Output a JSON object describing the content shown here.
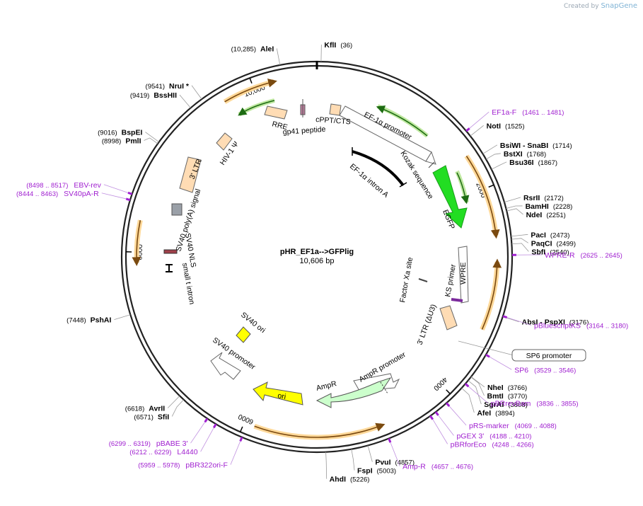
{
  "credit": {
    "prefix": "Created by",
    "brand": "SnapGene"
  },
  "plasmid": {
    "name": "pHR_EF1a-->GFPlig",
    "length_label": "10,606 bp",
    "length": 10606
  },
  "colors": {
    "primer": "#a020d0",
    "enzyme": "#000000",
    "egfp": "#22dd22",
    "ori": "#ffff00",
    "ampr": "#ccffcc",
    "ltr": "#ffdcb4",
    "orf_arrow": "#ff9900"
  },
  "tick_labels": [
    {
      "text": "2000",
      "pos": 2000
    },
    {
      "text": "4000",
      "pos": 4000
    },
    {
      "text": "6000",
      "pos": 6000
    },
    {
      "text": "8000",
      "pos": 8000
    },
    {
      "text": "10,000",
      "pos": 10000
    }
  ],
  "enzymes": [
    {
      "name": "KflI",
      "coord": "(36)",
      "pos": 36
    },
    {
      "name": "NotI",
      "coord": "(1525)",
      "pos": 1525
    },
    {
      "name": "BsiWI - SnaBI",
      "coord": "(1714)",
      "pos": 1714
    },
    {
      "name": "BstXI",
      "coord": "(1768)",
      "pos": 1768
    },
    {
      "name": "Bsu36I",
      "coord": "(1867)",
      "pos": 1867
    },
    {
      "name": "RsrII",
      "coord": "(2172)",
      "pos": 2172
    },
    {
      "name": "BamHI",
      "coord": "(2228)",
      "pos": 2228
    },
    {
      "name": "NdeI",
      "coord": "(2251)",
      "pos": 2251
    },
    {
      "name": "PacI",
      "coord": "(2473)",
      "pos": 2473
    },
    {
      "name": "PaqCI",
      "coord": "(2499)",
      "pos": 2499
    },
    {
      "name": "SbfI",
      "coord": "(2540)",
      "pos": 2540
    },
    {
      "name": "AbsI - PspXI",
      "coord": "(3176)",
      "pos": 3176
    },
    {
      "name": "NheI",
      "coord": "(3766)",
      "pos": 3766
    },
    {
      "name": "BmtI",
      "coord": "(3770)",
      "pos": 3770
    },
    {
      "name": "SgrAI",
      "coord": "(3808)",
      "pos": 3808
    },
    {
      "name": "AfeI",
      "coord": "(3894)",
      "pos": 3894
    },
    {
      "name": "PvuI",
      "coord": "(4857)",
      "pos": 4857
    },
    {
      "name": "FspI",
      "coord": "(5003)",
      "pos": 5003
    },
    {
      "name": "AhdI",
      "coord": "(5226)",
      "pos": 5226
    },
    {
      "name": "SfiI",
      "coord": "(6571)",
      "pos": 6571
    },
    {
      "name": "AvrII",
      "coord": "(6618)",
      "pos": 6618
    },
    {
      "name": "PshAI",
      "coord": "(7448)",
      "pos": 7448
    },
    {
      "name": "PmlI",
      "coord": "(8998)",
      "pos": 8998
    },
    {
      "name": "BspEI",
      "coord": "(9016)",
      "pos": 9016
    },
    {
      "name": "BssHII",
      "coord": "(9419)",
      "pos": 9419
    },
    {
      "name": "NruI *",
      "coord": "(9541)",
      "pos": 9541
    },
    {
      "name": "AleI",
      "coord": "(10,285)",
      "pos": 10285
    }
  ],
  "primers": [
    {
      "name": "EF1a-F",
      "coord": "(1461 .. 1481)",
      "pos": 1470
    },
    {
      "name": "WPRE-R",
      "coord": "(2625 .. 2645)",
      "pos": 2635
    },
    {
      "name": "pBluescriptKS",
      "coord": "(3164 .. 3180)",
      "pos": 3172
    },
    {
      "name": "SP6",
      "coord": "(3529 .. 3546)",
      "pos": 3537
    },
    {
      "name": "pBRrevBam",
      "coord": "(3836 .. 3855)",
      "pos": 3845
    },
    {
      "name": "pRS-marker",
      "coord": "(4069 .. 4088)",
      "pos": 4078
    },
    {
      "name": "pGEX 3'",
      "coord": "(4188 .. 4210)",
      "pos": 4199
    },
    {
      "name": "pBRforEco",
      "coord": "(4248 .. 4266)",
      "pos": 4257
    },
    {
      "name": "Amp-R",
      "coord": "(4657 .. 4676)",
      "pos": 4666
    },
    {
      "name": "pBR322ori-F",
      "coord": "(5959 .. 5978)",
      "pos": 5968
    },
    {
      "name": "L4440",
      "coord": "(6212 .. 6229)",
      "pos": 6220
    },
    {
      "name": "pBABE 3'",
      "coord": "(6299 .. 6319)",
      "pos": 6309
    },
    {
      "name": "SV40pA-R",
      "coord": "(8444 .. 8463)",
      "pos": 8453
    },
    {
      "name": "EBV-rev",
      "coord": "(8498 .. 8517)",
      "pos": 8507
    }
  ],
  "boxed_feature": {
    "name": "SP6 promoter"
  },
  "features": [
    {
      "name": "EF-1α promoter"
    },
    {
      "name": "EF-1α intron A"
    },
    {
      "name": "Kozak sequence"
    },
    {
      "name": "EGFP"
    },
    {
      "name": "WPRE"
    },
    {
      "name": "KS primer"
    },
    {
      "name": "Factor Xa site"
    },
    {
      "name": "3' LTR (ΔU3)"
    },
    {
      "name": "AmpR promoter"
    },
    {
      "name": "AmpR"
    },
    {
      "name": "ori"
    },
    {
      "name": "SV40 promoter"
    },
    {
      "name": "SV40 ori"
    },
    {
      "name": "small t intron"
    },
    {
      "name": "SV40 NLS"
    },
    {
      "name": "SV40 poly(A) signal"
    },
    {
      "name": "3' LTR"
    },
    {
      "name": "HIV-1 Ψ"
    },
    {
      "name": "RRE"
    },
    {
      "name": "gp41 peptide"
    },
    {
      "name": "cPPT/CTS"
    }
  ]
}
